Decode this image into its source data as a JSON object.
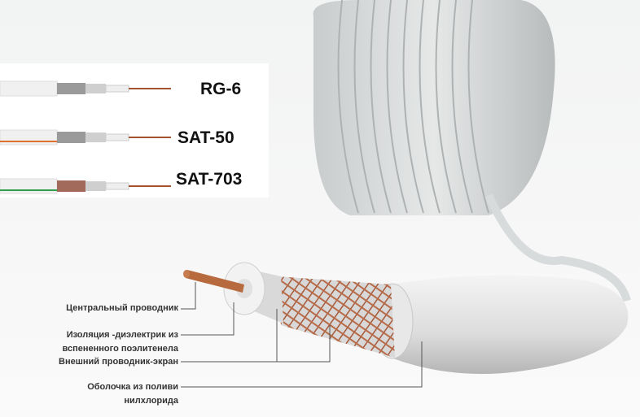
{
  "cable_types": [
    {
      "label": "RG-6",
      "stripe_color": "#ffffff"
    },
    {
      "label": "SAT-50",
      "stripe_color": "#e07030"
    },
    {
      "label": "SAT-703",
      "stripe_color": "#2e9e4a"
    }
  ],
  "callouts": [
    {
      "text": "Центральный проводник"
    },
    {
      "text": "Изоляция -диэлектрик из вспененного поэлитенела"
    },
    {
      "text": "Внешний проводник-экран"
    },
    {
      "text": "Оболочка из поливи нилхлорида"
    }
  ]
}
